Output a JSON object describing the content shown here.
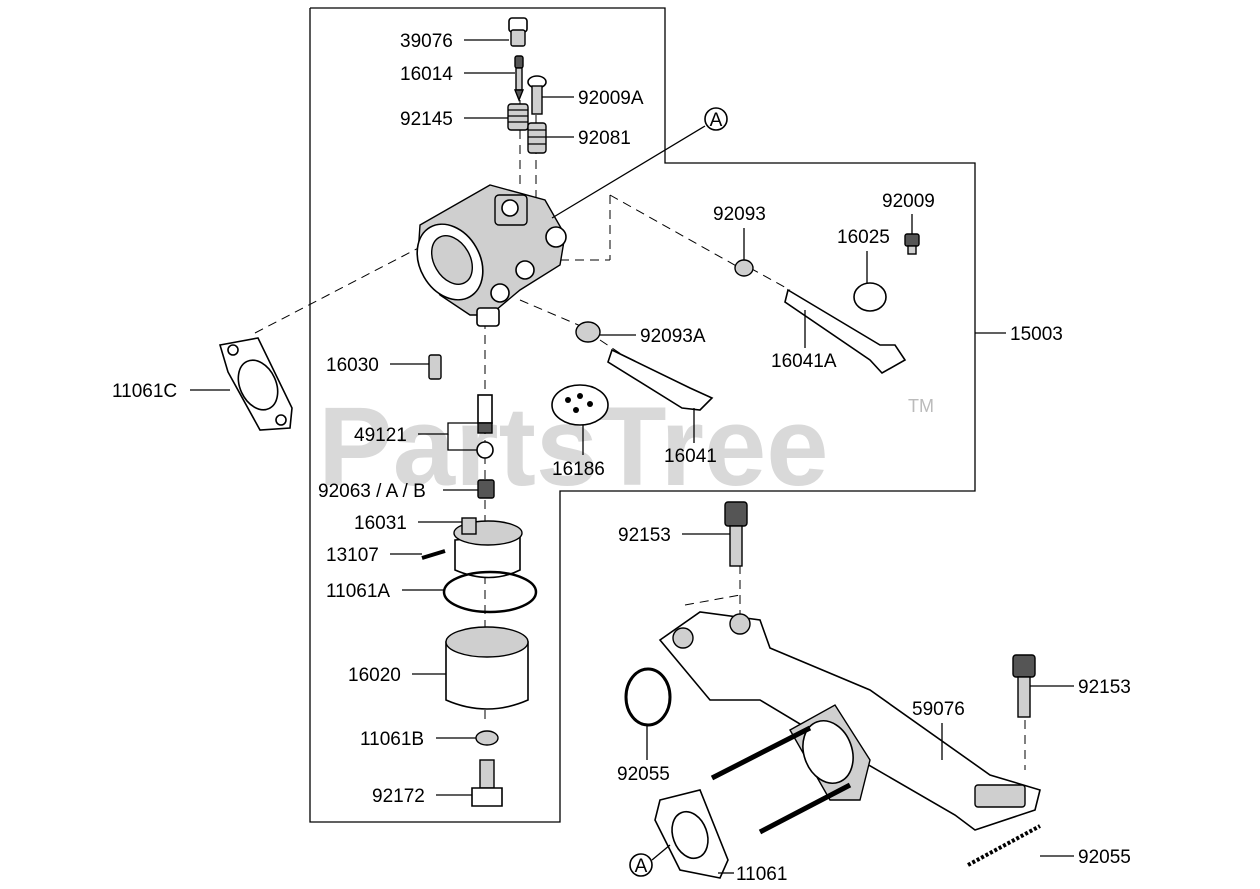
{
  "watermark": {
    "text": "PartsTree",
    "tm": "TM"
  },
  "callout": "A",
  "labels": {
    "l39076": "39076",
    "l16014": "16014",
    "l92009A": "92009A",
    "l92145": "92145",
    "l92081": "92081",
    "l92093": "92093",
    "l92009": "92009",
    "l16025": "16025",
    "l11061C": "11061C",
    "l16030": "16030",
    "l92093A": "92093A",
    "l15003": "15003",
    "l16041A": "16041A",
    "l49121": "49121",
    "l16186": "16186",
    "l16041": "16041",
    "l92063": "92063 / A / B",
    "l16031": "16031",
    "l92153a": "92153",
    "l13107": "13107",
    "l11061A": "11061A",
    "l16020": "16020",
    "l92153b": "92153",
    "l59076": "59076",
    "l11061B": "11061B",
    "l92055a": "92055",
    "l92172": "92172",
    "l92055b": "92055",
    "l11061": "11061"
  }
}
